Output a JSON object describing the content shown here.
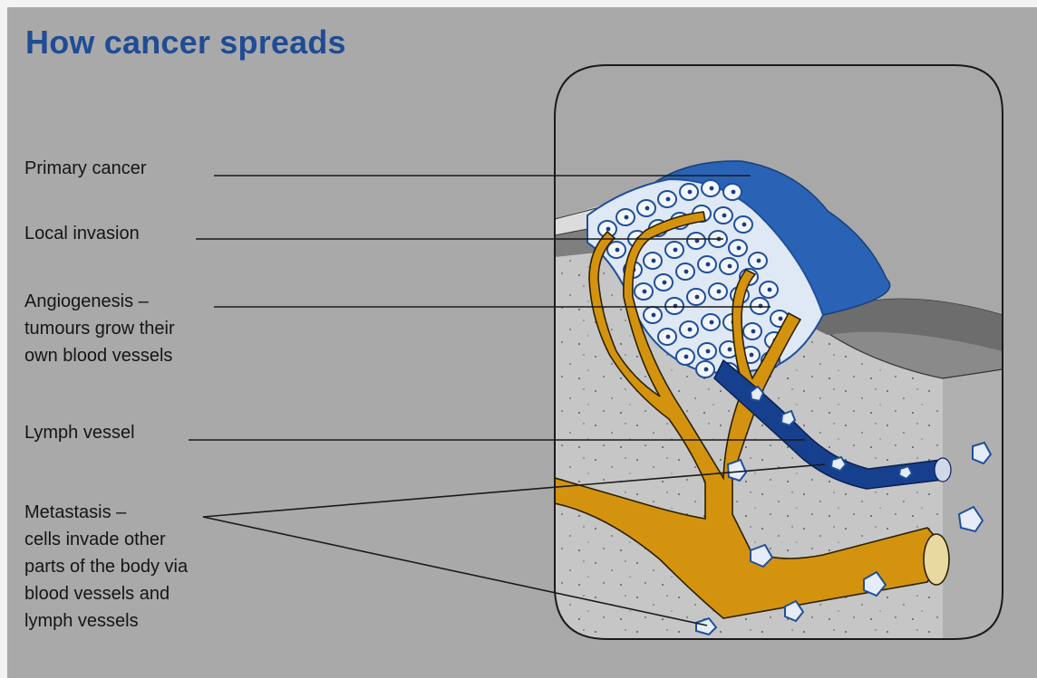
{
  "title": "How cancer spreads",
  "labels": {
    "primary_cancer": "Primary cancer",
    "local_invasion": "Local invasion",
    "angiogenesis": [
      "Angiogenesis –",
      "tumours grow their",
      "own blood vessels"
    ],
    "lymph_vessel": "Lymph vessel",
    "metastasis": [
      "Metastasis –",
      "cells invade other",
      "parts of the body via",
      "blood vessels and",
      "lymph vessels"
    ]
  },
  "colors": {
    "title": "#1f4c94",
    "background": "#a9a9a9",
    "tumour_dark": "#2a63b6",
    "tumour_light": "#e7eef8",
    "blood_vessel": "#d4930e",
    "lymph_vessel": "#163f8d",
    "leader_lines": "#1a1a1a"
  }
}
